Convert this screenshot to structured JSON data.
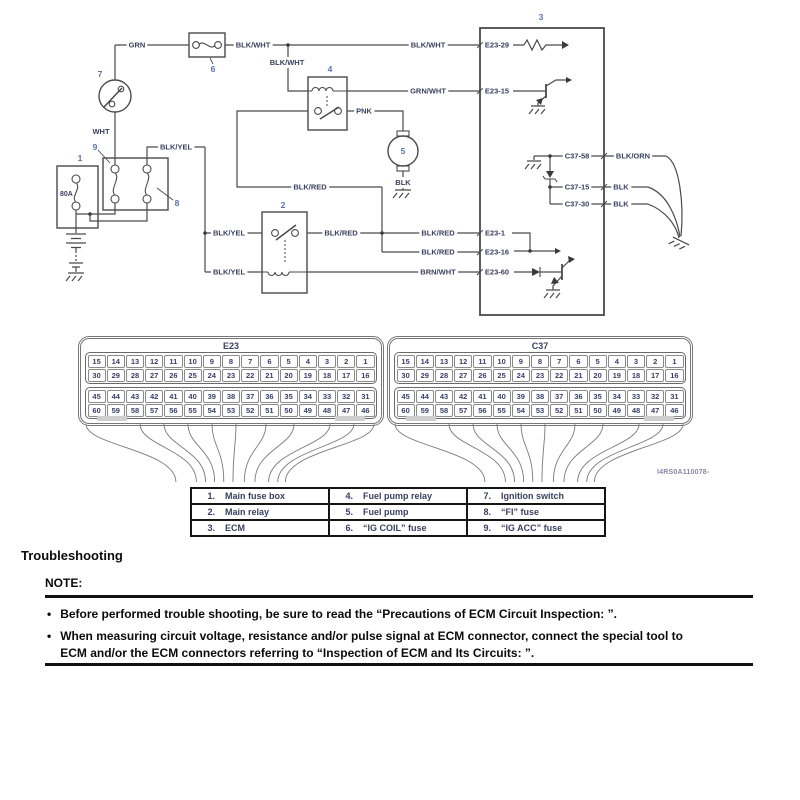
{
  "diagram": {
    "ref_code": "I4RS0A110078-",
    "fuse_rating": "80A",
    "component_numbers": {
      "c1": "1",
      "c2": "2",
      "c3": "3",
      "c4": "4",
      "c5": "5",
      "c6": "6",
      "c7": "7",
      "c8": "8",
      "c9": "9"
    },
    "wire_labels": {
      "grn": "GRN",
      "blk_wht_top": "BLK/WHT",
      "blk_wht_ecm": "BLK/WHT",
      "blk_wht_vert": "BLK/WHT",
      "grn_wht": "GRN/WHT",
      "pnk": "PNK",
      "blk_pump": "BLK",
      "wht": "WHT",
      "blk_yel_top": "BLK/YEL",
      "blk_yel_mid": "BLK/YEL",
      "blk_yel_bot": "BLK/YEL",
      "blk_red_relay4": "BLK/RED",
      "blk_red_out": "BLK/RED",
      "blk_red_e23_1": "BLK/RED",
      "blk_red_e23_16": "BLK/RED",
      "brn_wht": "BRN/WHT",
      "blk_orn": "BLK/ORN",
      "blk_c37_15": "BLK",
      "blk_c37_30": "BLK"
    },
    "ecm_pins": {
      "e23_29": "E23-29",
      "e23_15": "E23-15",
      "e23_1": "E23-1",
      "e23_16": "E23-16",
      "e23_60": "E23-60",
      "c37_58": "C37-58",
      "c37_15": "C37-15",
      "c37_30": "C37-30"
    }
  },
  "connectors": [
    {
      "name": "E23",
      "rows": [
        [
          15,
          14,
          13,
          12,
          11,
          10,
          9,
          8,
          7,
          6,
          5,
          4,
          3,
          2,
          1
        ],
        [
          30,
          29,
          28,
          27,
          26,
          25,
          24,
          23,
          22,
          21,
          20,
          19,
          18,
          17,
          16
        ],
        [
          45,
          44,
          43,
          42,
          41,
          40,
          39,
          38,
          37,
          36,
          35,
          34,
          33,
          32,
          31
        ],
        [
          60,
          59,
          58,
          57,
          56,
          55,
          54,
          53,
          52,
          51,
          50,
          49,
          48,
          47,
          46
        ]
      ]
    },
    {
      "name": "C37",
      "rows": [
        [
          15,
          14,
          13,
          12,
          11,
          10,
          9,
          8,
          7,
          6,
          5,
          4,
          3,
          2,
          1
        ],
        [
          30,
          29,
          28,
          27,
          26,
          25,
          24,
          23,
          22,
          21,
          20,
          19,
          18,
          17,
          16
        ],
        [
          45,
          44,
          43,
          42,
          41,
          40,
          39,
          38,
          37,
          36,
          35,
          34,
          33,
          32,
          31
        ],
        [
          60,
          59,
          58,
          57,
          56,
          55,
          54,
          53,
          52,
          51,
          50,
          49,
          48,
          47,
          46
        ]
      ]
    }
  ],
  "legend": {
    "items": [
      {
        "num": "1.",
        "label": "Main fuse box"
      },
      {
        "num": "2.",
        "label": "Main relay"
      },
      {
        "num": "3.",
        "label": "ECM"
      },
      {
        "num": "4.",
        "label": "Fuel pump relay"
      },
      {
        "num": "5.",
        "label": "Fuel pump"
      },
      {
        "num": "6.",
        "label": "“IG COIL” fuse"
      },
      {
        "num": "7.",
        "label": "Ignition switch"
      },
      {
        "num": "8.",
        "label": "“FI” fuse"
      },
      {
        "num": "9.",
        "label": "“IG ACC” fuse"
      }
    ]
  },
  "troubleshooting": {
    "title": "Troubleshooting",
    "note_label": "NOTE:",
    "bullets": [
      "Before performed trouble shooting, be sure to read the “Precautions of ECM Circuit Inspection: ”.",
      "When measuring circuit voltage, resistance and/or pulse signal at ECM connector, connect the special tool to ECM and/or the ECM connectors referring to “Inspection of ECM and Its Circuits: ”."
    ]
  }
}
